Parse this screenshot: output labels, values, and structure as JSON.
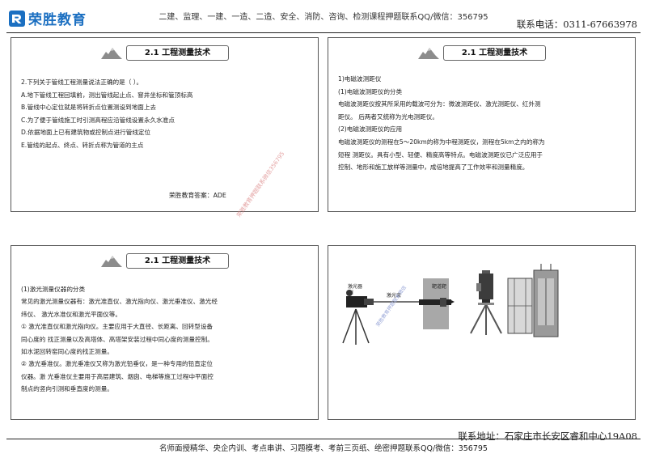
{
  "header": {
    "brand": "荣胜教育",
    "tagline": "二建、监理、一建、一造、二造、安全、消防、咨询、检测课程押题联系QQ/微信：356795",
    "phone": "联系电话：0311-67663978"
  },
  "footer": {
    "address": "联系地址：石家庄市长安区睿和中心19A08",
    "tagline": "名师面授精华、央企内训、考点串讲、习题模考、考前三页纸、绝密押题联系QQ/微信：356795"
  },
  "panels": {
    "p1": {
      "title": "2.1 工程测量技术",
      "lines": [
        "2.下列关于管线工程测量说法正确的是（  ）。",
        "A.地下管线工程回填前，测出管线起止点、窨井坐标和管顶标高",
        "B.管线中心定位就是将转折点位置测设到地面上去",
        "C.为了便于管线施工时引测高程应沿管线设置永久水准点",
        "D.依据地面上已有建筑物或控制点进行管线定位",
        "E.管线的起点、终点、转折点称为管道的主点"
      ],
      "answer": "荣胜教育答案：ADE",
      "watermark": "荣胜教育押题联系微信356795"
    },
    "p2": {
      "title": "2.1 工程测量技术",
      "lines": [
        "1)电磁波测距仪",
        "(1)电磁波测距仪的分类",
        "电磁波测距仪按其所采用的载波可分为：微波测距仪、激光测距仪、红外测",
        "距仪。 后两者又统称为光电测距仪。",
        "(2)电磁波测距仪的应用",
        "电磁波测距仪的测程在5～20km的称为中程测距仪，测程在5km之内的称为",
        "短程 测距仪。具有小型、轻便、精度高等特点。电磁波测距仪已广泛应用于",
        "控制、地形和施工放样等测量中，成倍地提高了工作效率和测量精度。"
      ]
    },
    "p3": {
      "title": "2.1 工程测量技术",
      "lines": [
        "(1)激光测量仪器的分类",
        "常见的激光测量仪器有：激光准直仪、激光指向仪、激光垂准仪、激光经",
        "纬仪、 激光水准仪和激光平面仪等。",
        "① 激光准直仪和激光指向仪。主要应用于大直径、长距离、回转型设备",
        "同心度的 找正测量以及高塔体、高塔架安装过程中同心度的测量控制。",
        "如水泥回转窑同心度的找正测量。",
        "② 激光垂准仪。激光垂准仪又称为激光铅垂仪，是一种专用的铅直定位",
        "仪器。激 光垂准仪主要用于高层建筑、烟囱、电梯等施工过程中平面控",
        "制点的竖向引测和垂直度的测量。"
      ]
    },
    "p4": {
      "labels": {
        "instrument": "激光器",
        "beam": "激光束",
        "target": "靶道靶"
      },
      "watermark": "荣胜教育押题联系微信"
    }
  },
  "colors": {
    "brand_blue": "#1b6fc1",
    "panel_border": "#555555",
    "watermark": "#d87a7a"
  }
}
